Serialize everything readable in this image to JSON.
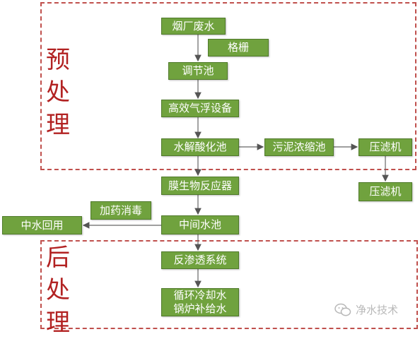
{
  "pretreatment": {
    "label_chars": [
      "预",
      "处",
      "理"
    ]
  },
  "posttreatment": {
    "label_chars": [
      "后",
      "处",
      "理"
    ]
  },
  "nodes": {
    "flue_wastewater": "烟厂废水",
    "grille": "格栅",
    "regulating_pool": "调节池",
    "air_flotation": "高效气浮设备",
    "hydrolysis_pool": "水解酸化池",
    "sludge_thickener": "污泥浓缩池",
    "filter_press_a": "压滤机",
    "filter_press_b": "压滤机",
    "mbr": "膜生物反应器",
    "dosing": "加药消毒",
    "middle_pool": "中间水池",
    "reuse": "中水回用",
    "ro_system": "反渗透系统",
    "cooling_water": "循环冷却水",
    "boiler_water": "锅炉补给水"
  },
  "watermark": {
    "text": "净水技术"
  },
  "colors": {
    "node_fill": "#70a23e",
    "region_border": "#c0504d",
    "label": "#b22222"
  }
}
